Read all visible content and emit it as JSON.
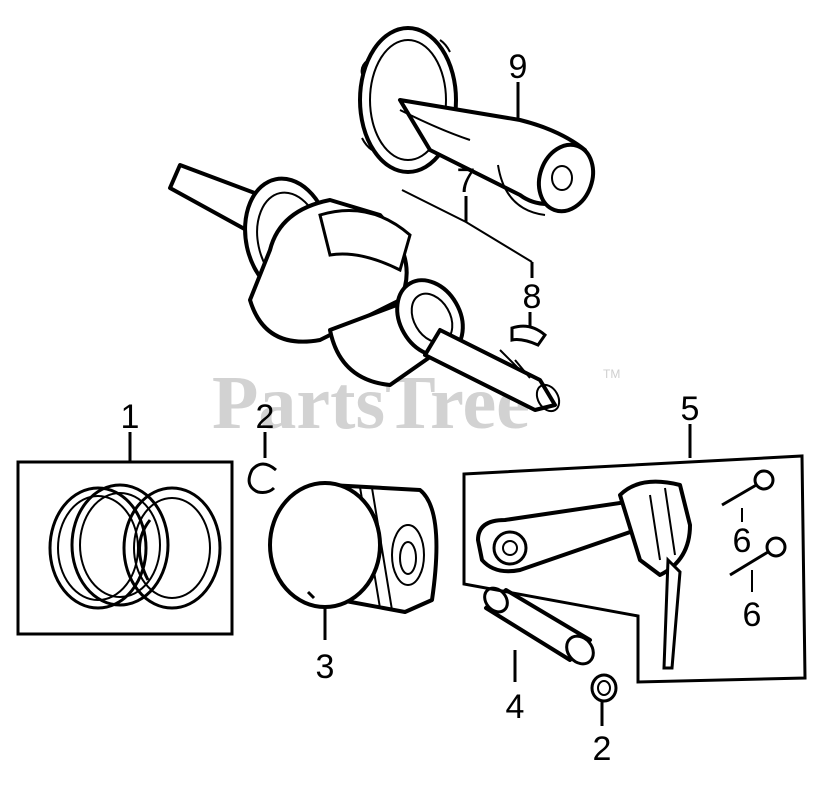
{
  "watermark": {
    "text": "PartsTree",
    "tm": "TM"
  },
  "callouts": {
    "ring_set": "1",
    "clip_upper": "2",
    "clip_lower": "2",
    "piston": "3",
    "piston_pin": "4",
    "connecting_rod_assy": "5",
    "rod_bolt_upper": "6",
    "rod_bolt_lower": "6",
    "crankshaft": "7",
    "key": "8",
    "camshaft": "9"
  }
}
